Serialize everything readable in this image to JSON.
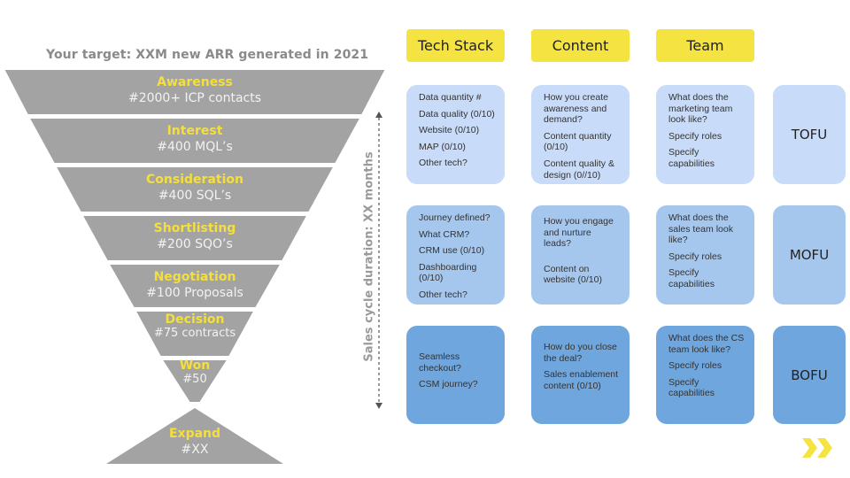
{
  "target": "Your target: XXM new ARR generated in 2021",
  "cycle_label": "Sales cycle duration: XX months",
  "stages": [
    {
      "name": "Awareness",
      "value": "#2000+ ICP contacts"
    },
    {
      "name": "Interest",
      "value": "#400 MQL’s"
    },
    {
      "name": "Consideration",
      "value": "#400 SQL’s"
    },
    {
      "name": "Shortlisting",
      "value": "#200 SQO’s"
    },
    {
      "name": "Negotiation",
      "value": "#100 Proposals"
    },
    {
      "name": "Decision",
      "value": "#75 contracts"
    },
    {
      "name": "Won",
      "value": "#50"
    },
    {
      "name": "Expand",
      "value": "#XX"
    }
  ],
  "columns": [
    "Tech Stack",
    "Content",
    "Team"
  ],
  "rows": [
    {
      "label": "TOFU",
      "cells": [
        [
          "Data quantity #",
          "Data quality (0/10)",
          "Website (0/10)",
          "MAP (0/10)",
          "Other tech?"
        ],
        [
          "How you create awareness and demand?",
          "Content quantity (0/10)",
          "Content quality & design (0//10)"
        ],
        [
          "What does the marketing team look like?",
          "Specify roles",
          "Specify capabilities"
        ]
      ]
    },
    {
      "label": "MOFU",
      "cells": [
        [
          "Journey defined?",
          "What CRM?",
          "CRM use (0/10)",
          "Dashboarding (0/10)",
          "Other tech?"
        ],
        [
          "How you engage and nurture leads?",
          "Content on website (0/10)"
        ],
        [
          "What does the sales team look like?",
          "Specify roles",
          "Specify capabilities"
        ]
      ]
    },
    {
      "label": "BOFU",
      "cells": [
        [
          "Seamless checkout?",
          "CSM journey?"
        ],
        [
          "How do you close the deal?",
          "Sales enablement content (0/10)"
        ],
        [
          "What does the CS  team look like?",
          "Specify roles",
          "Specify capabilities"
        ]
      ]
    }
  ],
  "colors": {
    "funnel": "#a3a3a3",
    "accent": "#f4e340",
    "tofu": "#c8dbf8",
    "mofu": "#a5c7ee",
    "bofu": "#6fa6dd"
  }
}
